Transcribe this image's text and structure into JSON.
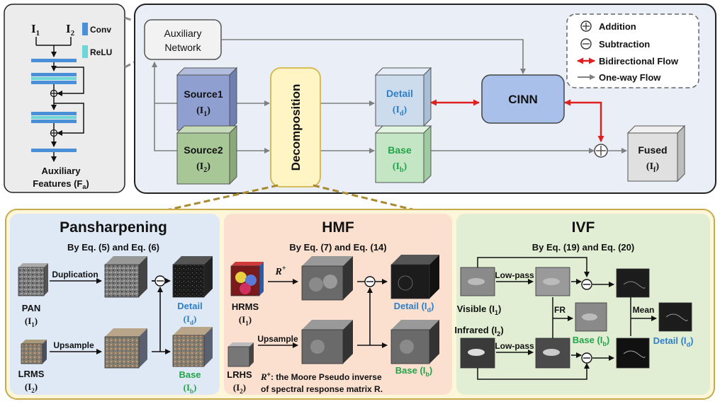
{
  "legend": {
    "addition": "Addition",
    "subtraction": "Subtraction",
    "bidirectional": "Bidirectional Flow",
    "oneway": "One-way Flow"
  },
  "aux_inset": {
    "in1": "I",
    "in1_sub": "1",
    "in2": "I",
    "in2_sub": "2",
    "conv": "Conv",
    "relu": "ReLU",
    "features_line1": "Auxiliary",
    "features_line2": "Features (F",
    "features_sub": "a",
    "features_close": ")"
  },
  "top": {
    "aux_network_line1": "Auxiliary",
    "aux_network_line2": "Network",
    "source1": "Source1",
    "source1_sym": "(I",
    "source1_sub": "1",
    "source2": "Source2",
    "source2_sym": "(I",
    "source2_sub": "2",
    "decomposition": "Decomposition",
    "detail": "Detail",
    "detail_sym": "(I",
    "detail_sub": "d",
    "base": "Base",
    "base_sym": "(I",
    "base_sub": "b",
    "cinn": "CINN",
    "fused": "Fused",
    "fused_sym": "(I",
    "fused_sub": "f"
  },
  "pansharpening": {
    "title": "Pansharpening",
    "eq": "By Eq. (5) and Eq. (6)",
    "duplication": "Duplication",
    "upsample": "Upsample",
    "pan": "PAN",
    "pan_sub": "1",
    "lrms": "LRMS",
    "lrms_sub": "2",
    "detail": "Detail",
    "detail_sub": "d",
    "base": "Base",
    "base_sub": "b"
  },
  "hmf": {
    "title": "HMF",
    "eq": "By Eq. (7) and Eq. (14)",
    "rplus": "R",
    "rplus_sup": "+",
    "upsample": "Upsample",
    "hrms": "HRMS",
    "hrms_sub": "1",
    "lrhs": "LRHS",
    "lrhs_sub": "2",
    "detail": "Detail (I",
    "detail_sub": "d",
    "base": "Base (I",
    "base_sub": "b",
    "note_line1": ": the Moore Pseudo inverse",
    "note_line2": "of spectral response  matrix R."
  },
  "ivf": {
    "title": "IVF",
    "eq": "By Eq. (19) and Eq. (20)",
    "lowpass1": "Low-pass",
    "lowpass2": "Low-pass",
    "fr": "FR",
    "mean": "Mean",
    "visible": "Visible (I",
    "visible_sub": "1",
    "infrared": "Infrared (I",
    "infrared_sub": "2",
    "base": "Base (I",
    "base_sub": "b",
    "detail": "Detail (I",
    "detail_sub": "d"
  },
  "colors": {
    "label_blue": "#2f7fc8",
    "label_green": "#22a44a",
    "bidirectional": "#e02020",
    "oneway": "#7f7f7f",
    "dashed_link": "#a88a2e"
  }
}
